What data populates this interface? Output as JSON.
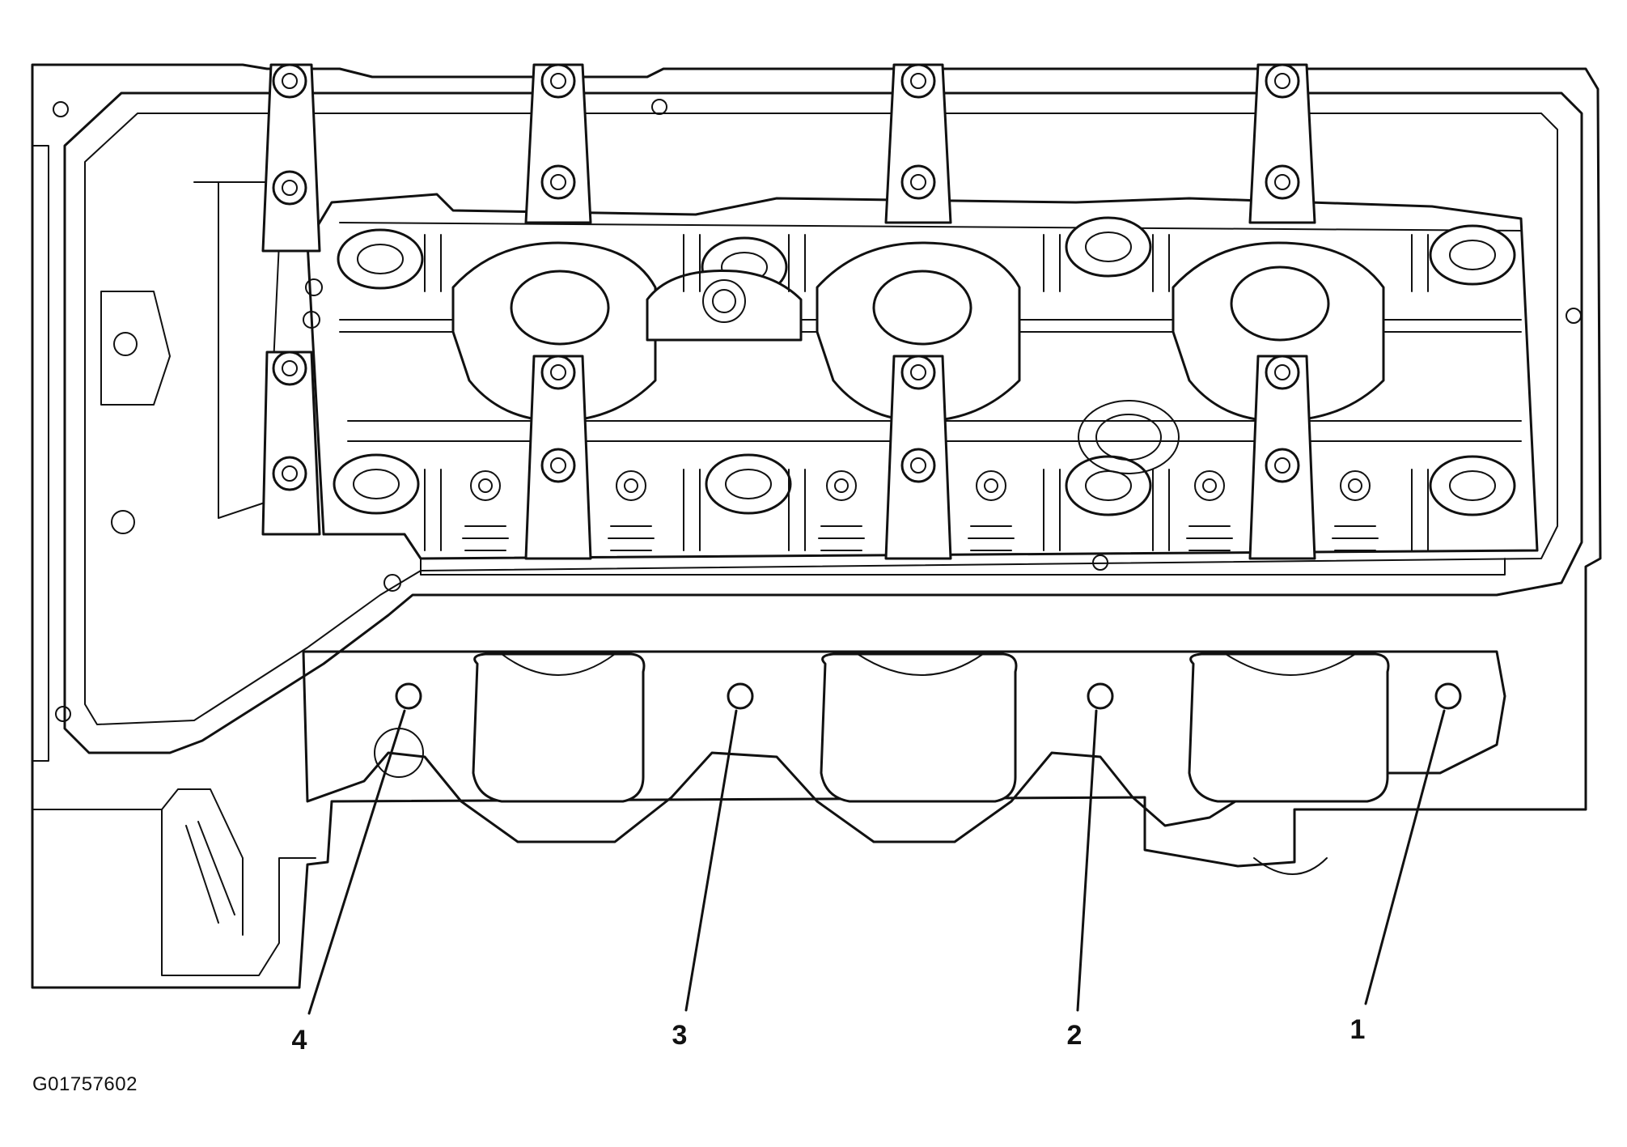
{
  "figure": {
    "id": "G01757602"
  },
  "callouts": [
    {
      "label": "4"
    },
    {
      "label": "3"
    },
    {
      "label": "2"
    },
    {
      "label": "1"
    }
  ],
  "colors": {
    "line": "#111111",
    "background": "#ffffff"
  }
}
